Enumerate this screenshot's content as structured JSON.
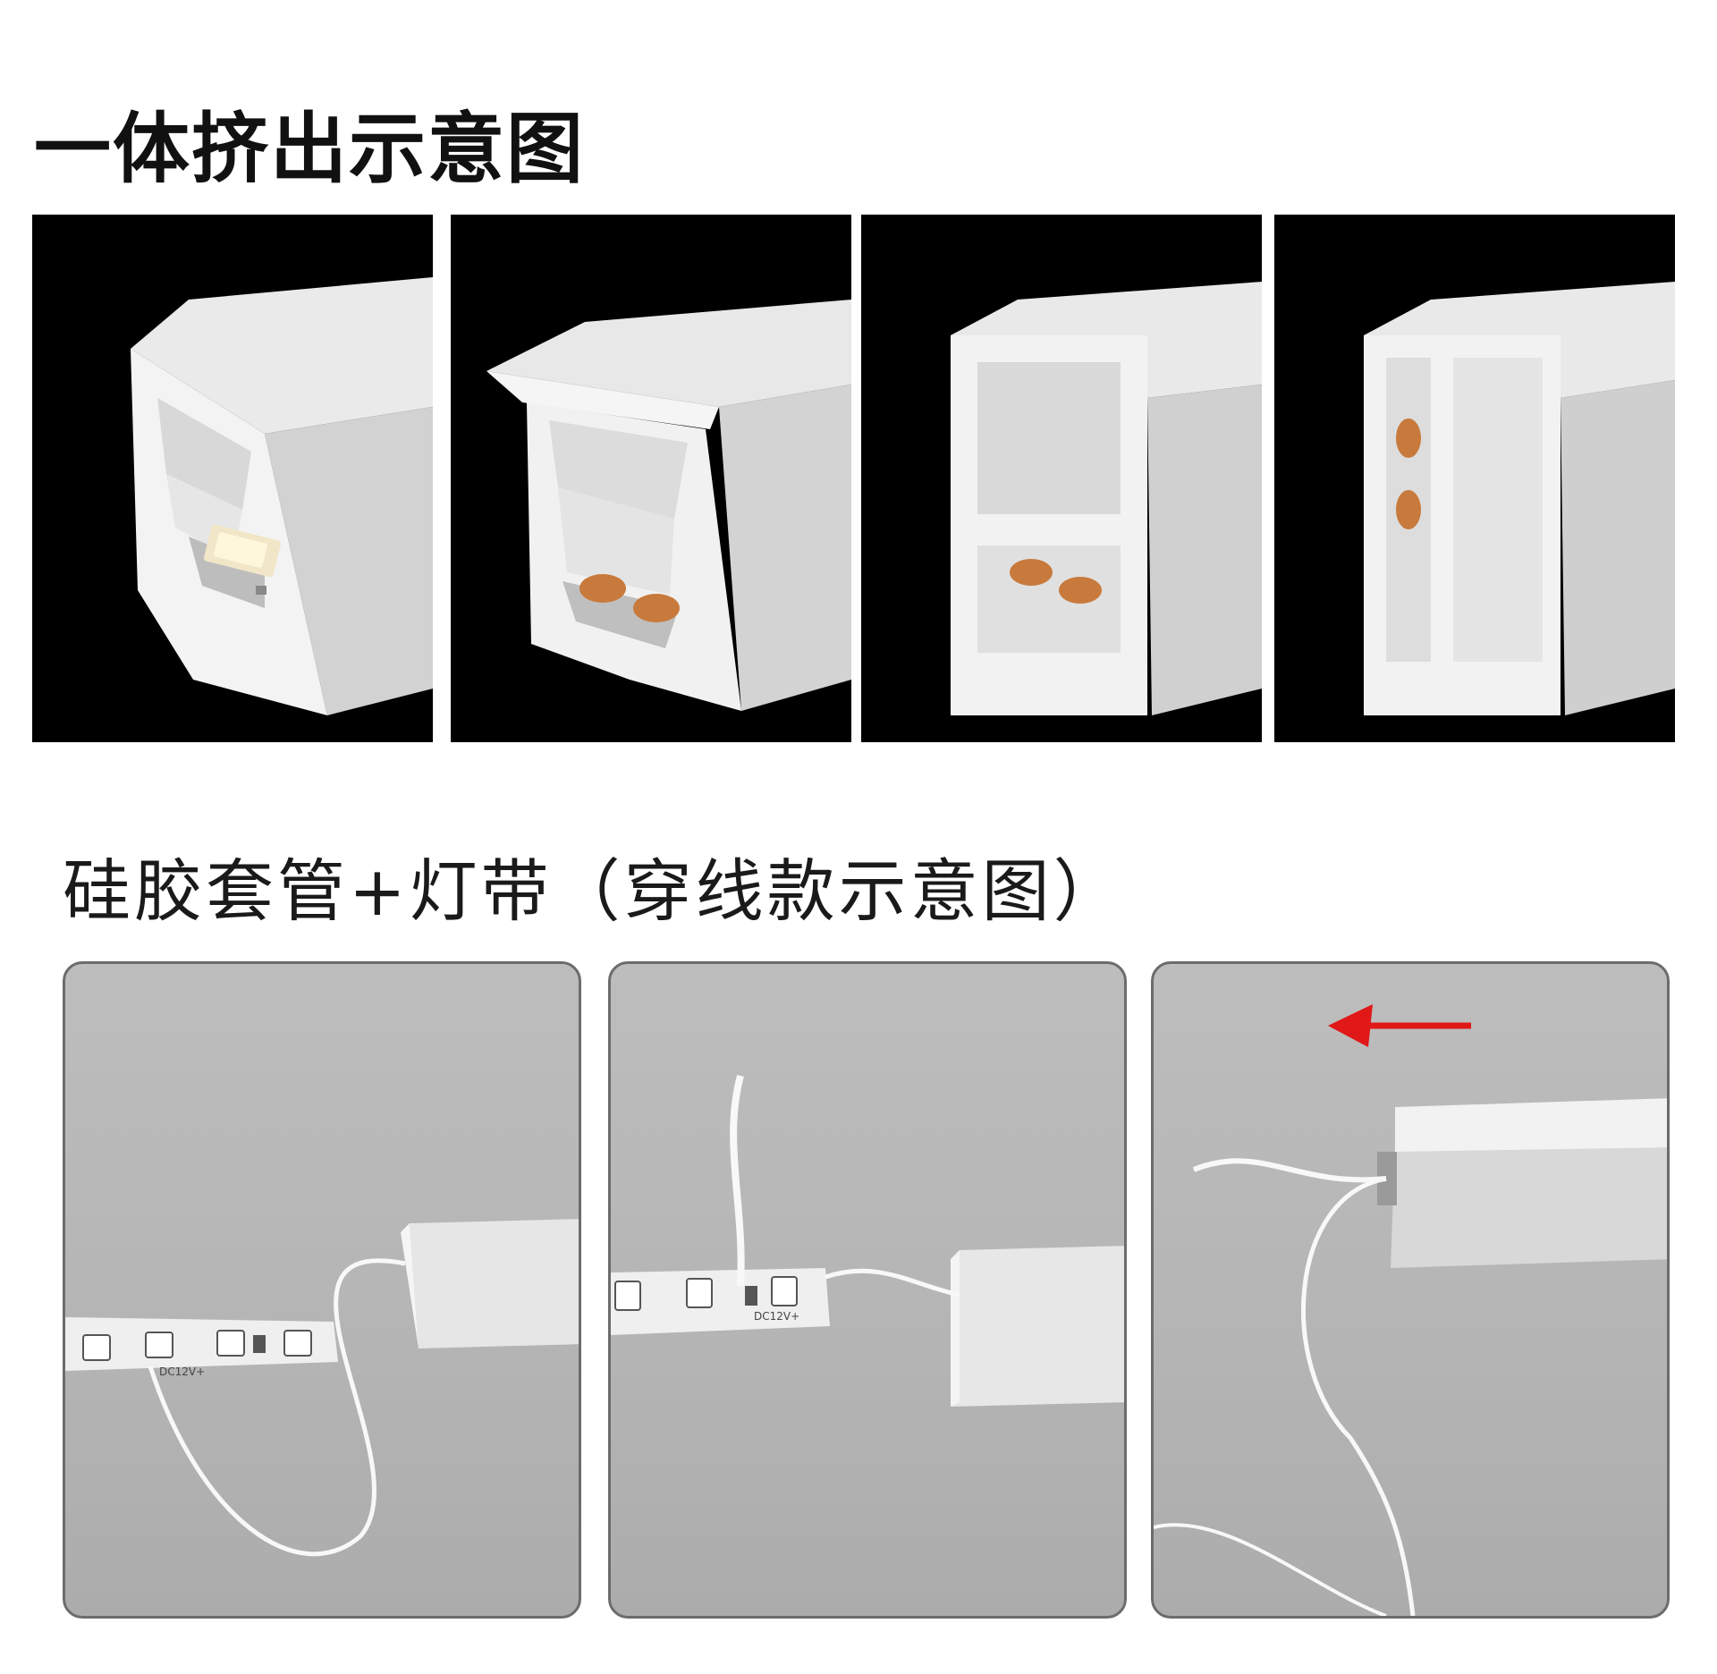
{
  "headings": {
    "extrusion_title": "一体挤出示意图",
    "threading_title": "硅胶套管+灯带（穿线款示意图）"
  },
  "strip_labels": {
    "voltage": "DC12V+"
  },
  "colors": {
    "dark_background": "#000000",
    "silicone_white": "#eeeeee",
    "gray_background": "#b8b8b8",
    "arrow_red": "#e01818",
    "copper_pad": "#c87a3c"
  },
  "icons": {
    "direction_arrow": "arrow-left-icon"
  }
}
